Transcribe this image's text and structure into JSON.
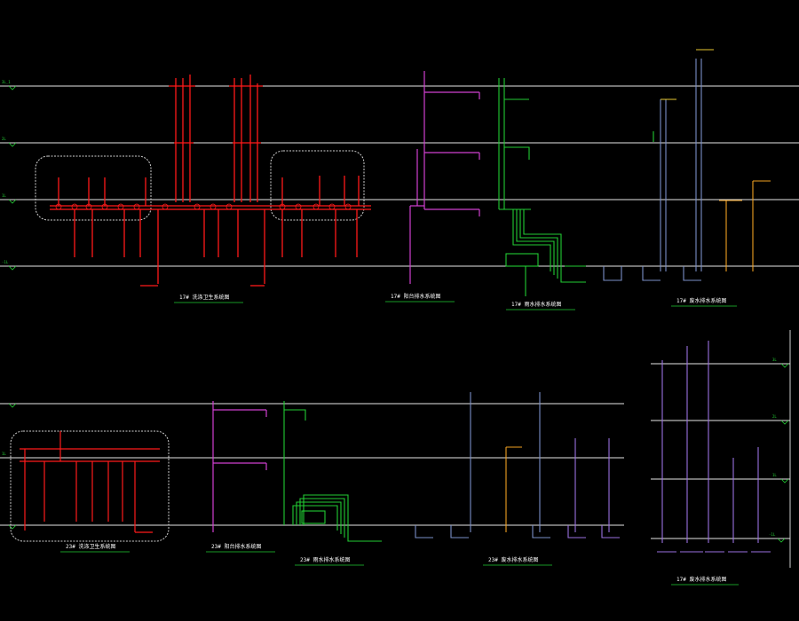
{
  "colors": {
    "background": "#000000",
    "floor_line": "#e6e6e6",
    "drain_red": "#ff1a1a",
    "vent_magenta": "#d040d0",
    "green": "#22cc33",
    "blue_gray": "#7a8fc8",
    "yellow": "#e8c830",
    "orange": "#f0a020",
    "purple": "#9a70e0",
    "cloud_outline": "#d0d0d0",
    "title_underline": "#22cc33"
  },
  "floor_labels": {
    "top_row": [
      "3L_1",
      "2L",
      "1L",
      "-1L"
    ],
    "bottom_row": [
      "",
      "1L",
      "",
      ""
    ],
    "right_panel": [
      "3L",
      "2L",
      "1L",
      "-1L"
    ]
  },
  "figure_titles": {
    "t1": "17# 洗涤卫生系统图",
    "t2": "17# 阳台排水系统图",
    "t3": "17# 雨水排水系统图",
    "t4": "17# 废水排水系统图",
    "t5": "23# 洗涤卫生系统图",
    "t6": "23# 阳台排水系统图",
    "t7": "23# 雨水排水系统图",
    "t8": "23# 废水排水系统图",
    "t9": "17# 废水排水系统图"
  }
}
